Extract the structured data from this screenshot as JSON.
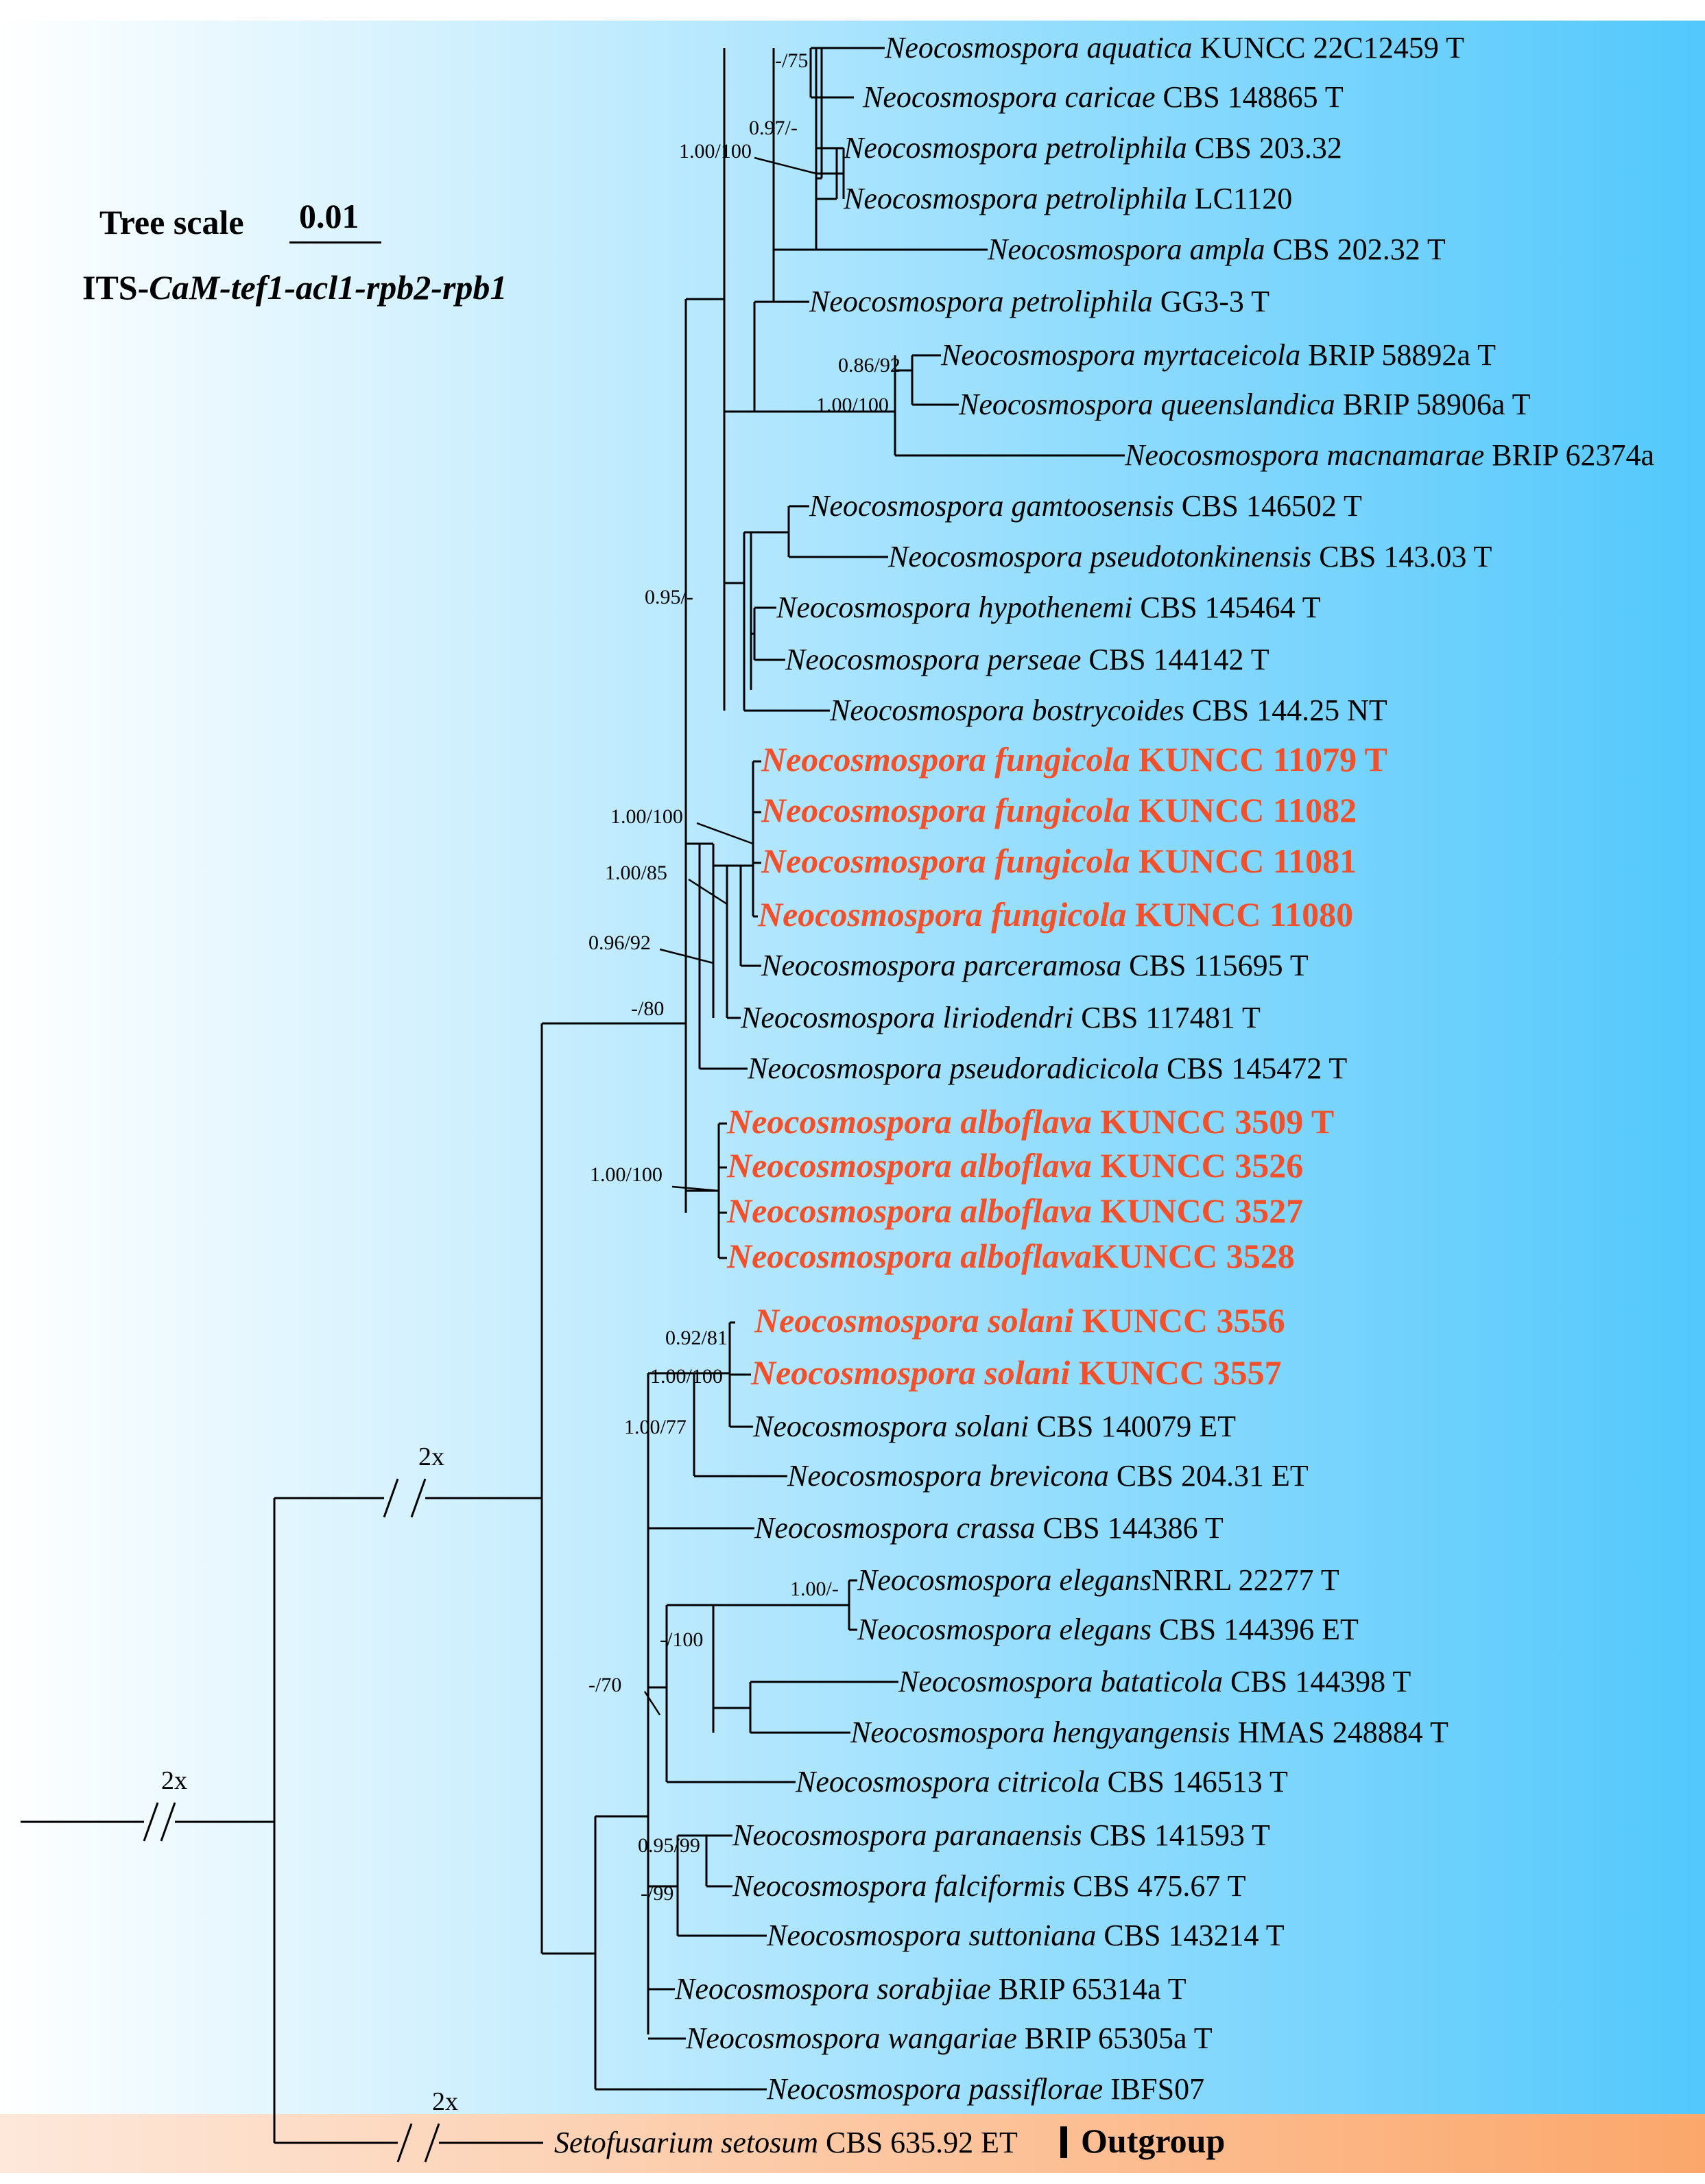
{
  "tree_scale": {
    "title": "Tree scale",
    "value": "0.01"
  },
  "gene_label": {
    "prefix": "ITS-",
    "italic_part": "CaM-tef1-acl1-rpb2-rpb1"
  },
  "colors": {
    "highlight": "#f2502a",
    "ingroup_bg_left": "#ffffff",
    "ingroup_bg_right": "#52c8fc",
    "outgroup_bg_left": "#fde8da",
    "outgroup_bg_right": "#fba76b",
    "branch": "#000000"
  },
  "break_labels": [
    "2x",
    "2x",
    "2x"
  ],
  "taxa": [
    {
      "genus": "Neocosmospora",
      "epithet": "aquatica",
      "strain": "KUNCC 22C12459 T",
      "highlight": false
    },
    {
      "genus": "Neocosmospora",
      "epithet": "caricae",
      "strain": "CBS 148865 T",
      "highlight": false
    },
    {
      "genus": "Neocosmospora",
      "epithet": "petroliphila",
      "strain": "CBS 203.32",
      "highlight": false
    },
    {
      "genus": "Neocosmospora",
      "epithet": "petroliphila",
      "strain": "LC1120",
      "highlight": false
    },
    {
      "genus": "Neocosmospora",
      "epithet": "ampla",
      "strain": "CBS 202.32 T",
      "highlight": false
    },
    {
      "genus": "Neocosmospora",
      "epithet": "petroliphila",
      "strain": "GG3-3 T",
      "highlight": false
    },
    {
      "genus": "Neocosmospora",
      "epithet": "myrtaceicola",
      "strain": "BRIP 58892a T",
      "highlight": false
    },
    {
      "genus": "Neocosmospora",
      "epithet": "queenslandica",
      "strain": "BRIP 58906a T",
      "highlight": false
    },
    {
      "genus": "Neocosmospora",
      "epithet": "macnamarae",
      "strain": "BRIP 62374a",
      "highlight": false
    },
    {
      "genus": "Neocosmospora",
      "epithet": "gamtoosensis",
      "strain": "CBS 146502 T",
      "highlight": false
    },
    {
      "genus": "Neocosmospora",
      "epithet": "pseudotonkinensis",
      "strain": "CBS 143.03 T",
      "highlight": false
    },
    {
      "genus": "Neocosmospora",
      "epithet": "hypothenemi",
      "strain": "CBS 145464 T",
      "highlight": false
    },
    {
      "genus": "Neocosmospora",
      "epithet": "perseae",
      "strain": "CBS 144142 T",
      "highlight": false
    },
    {
      "genus": "Neocosmospora",
      "epithet": "bostrycoides",
      "strain": "CBS 144.25 NT",
      "highlight": false
    },
    {
      "genus": "Neocosmospora",
      "epithet": "fungicola",
      "strain": "KUNCC 11079 T",
      "highlight": true
    },
    {
      "genus": "Neocosmospora",
      "epithet": "fungicola",
      "strain": "KUNCC 11082",
      "highlight": true
    },
    {
      "genus": "Neocosmospora",
      "epithet": "fungicola",
      "strain": "KUNCC 11081",
      "highlight": true
    },
    {
      "genus": "Neocosmospora",
      "epithet": "fungicola",
      "strain": "KUNCC 11080",
      "highlight": true
    },
    {
      "genus": "Neocosmospora",
      "epithet": "parceramosa",
      "strain": "CBS 115695 T",
      "highlight": false
    },
    {
      "genus": "Neocosmospora",
      "epithet": "liriodendri",
      "strain": "CBS 117481 T",
      "highlight": false
    },
    {
      "genus": "Neocosmospora",
      "epithet": "pseudoradicicola",
      "strain": "CBS 145472 T",
      "highlight": false
    },
    {
      "genus": "Neocosmospora",
      "epithet": "alboflava",
      "strain": "KUNCC 3509 T",
      "highlight": true
    },
    {
      "genus": "Neocosmospora",
      "epithet": "alboflava",
      "strain": "KUNCC 3526",
      "highlight": true
    },
    {
      "genus": "Neocosmospora",
      "epithet": "alboflava",
      "strain": "KUNCC 3527",
      "highlight": true
    },
    {
      "genus": "Neocosmospora",
      "epithet": "alboflava",
      "strain": "KUNCC 3528",
      "highlight": true
    },
    {
      "genus": "Neocosmospora",
      "epithet": "solani",
      "strain": "KUNCC 3556",
      "highlight": true
    },
    {
      "genus": "Neocosmospora",
      "epithet": "solani",
      "strain": "KUNCC 3557",
      "highlight": true
    },
    {
      "genus": "Neocosmospora",
      "epithet": "solani",
      "strain": "CBS 140079 ET",
      "highlight": false
    },
    {
      "genus": "Neocosmospora",
      "epithet": "brevicona",
      "strain": "CBS 204.31 ET",
      "highlight": false
    },
    {
      "genus": "Neocosmospora",
      "epithet": "crassa",
      "strain": "CBS 144386 T",
      "highlight": false
    },
    {
      "genus": "Neocosmospora",
      "epithet": "elegans",
      "strain": "NRRL 22277 T",
      "highlight": false
    },
    {
      "genus": "Neocosmospora",
      "epithet": "elegans",
      "strain": "CBS 144396 ET",
      "highlight": false
    },
    {
      "genus": "Neocosmospora",
      "epithet": "bataticola",
      "strain": "CBS 144398 T",
      "highlight": false
    },
    {
      "genus": "Neocosmospora",
      "epithet": "hengyangensis",
      "strain": "HMAS 248884 T",
      "highlight": false
    },
    {
      "genus": "Neocosmospora",
      "epithet": "citricola",
      "strain": "CBS 146513 T",
      "highlight": false
    },
    {
      "genus": "Neocosmospora",
      "epithet": "paranaensis",
      "strain": "CBS 141593 T",
      "highlight": false
    },
    {
      "genus": "Neocosmospora",
      "epithet": "falciformis",
      "strain": "CBS 475.67 T",
      "highlight": false
    },
    {
      "genus": "Neocosmospora",
      "epithet": "suttoniana",
      "strain": "CBS 143214 T",
      "highlight": false
    },
    {
      "genus": "Neocosmospora",
      "epithet": "sorabjiae",
      "strain": "BRIP 65314a T",
      "highlight": false
    },
    {
      "genus": "Neocosmospora",
      "epithet": "wangariae",
      "strain": "BRIP 65305a T",
      "highlight": false
    },
    {
      "genus": "Neocosmospora",
      "epithet": "passiflorae",
      "strain": "IBFS07",
      "highlight": false
    },
    {
      "genus": "Setofusarium",
      "epithet": "setosum",
      "strain": "CBS 635.92 ET",
      "highlight": false
    }
  ],
  "support_values": [
    "-/75",
    "0.97/-",
    "1.00/100",
    "0.86/92",
    "1.00/100",
    "0.95/-",
    "1.00/100",
    "1.00/85",
    "0.96/92",
    "-/80",
    "1.00/100",
    "0.92/81",
    "1.00/100",
    "1.00/77",
    "1.00/-",
    "-/100",
    "-/70",
    "0.95/99",
    "-/99"
  ],
  "outgroup_label": "Outgroup"
}
